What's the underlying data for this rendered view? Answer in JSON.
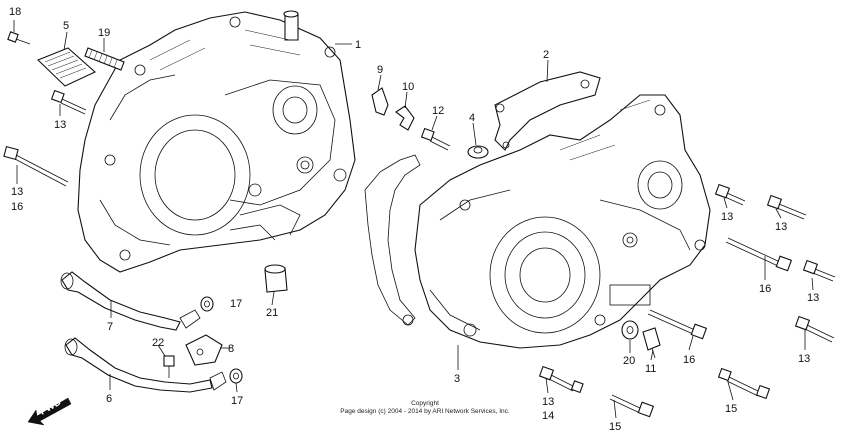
{
  "diagram": {
    "callouts": [
      "18",
      "5",
      "19",
      "1",
      "13",
      "9",
      "10",
      "12",
      "4",
      "2",
      "13",
      "16",
      "13",
      "13",
      "16",
      "13",
      "7",
      "17",
      "21",
      "22",
      "8",
      "6",
      "17",
      "3",
      "20",
      "11",
      "16",
      "13",
      "13",
      "14",
      "15",
      "15"
    ],
    "fwd_label": "FWD",
    "copyright_line1": "Copyright",
    "copyright_line2": "Page design (c) 2004 - 2014 by ARI Network Services, Inc."
  },
  "colors": {
    "ink": "#111111",
    "paper": "#ffffff"
  }
}
